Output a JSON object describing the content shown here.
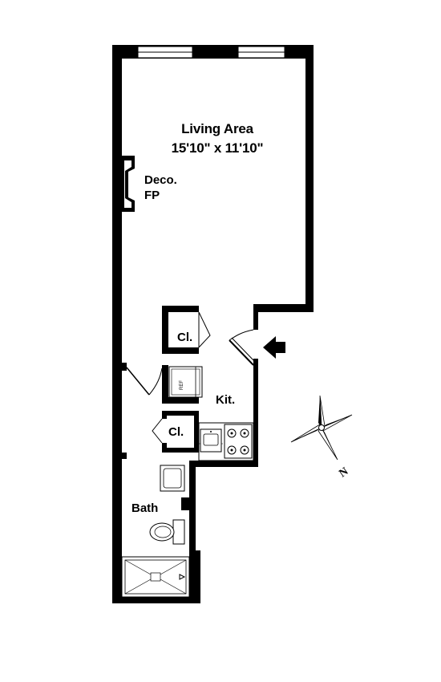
{
  "plan": {
    "living_area": {
      "name": "Living Area",
      "dimensions": "15'10\" x 11'10\""
    },
    "fireplace": {
      "line1": "Deco.",
      "line2": "FP"
    },
    "closet_upper": "Cl.",
    "closet_lower": "Cl.",
    "refrigerator": "REF",
    "kitchen": "Kit.",
    "bath": "Bath",
    "compass_north": "N"
  },
  "colors": {
    "wall": "#000000",
    "background": "#ffffff"
  },
  "icons": [
    "entry-arrow-icon",
    "compass-rose-icon",
    "stove-icon",
    "sink-icon",
    "toilet-icon",
    "shower-icon"
  ]
}
